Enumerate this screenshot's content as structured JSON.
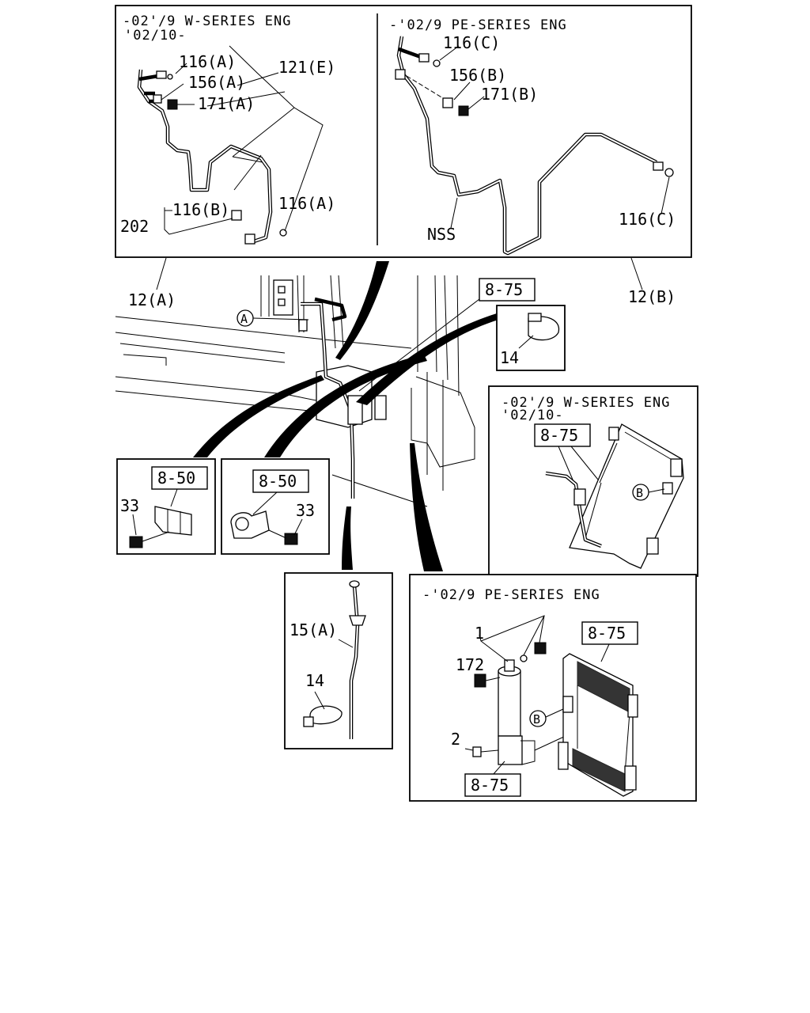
{
  "panels": {
    "top_left": {
      "header_line1": "-02'/9 W-SERIES ENG",
      "header_line2": "'02/10-",
      "labels": [
        "116(A)",
        "156(A)",
        "121(E)",
        "171(A)",
        "116(B)",
        "116(A)",
        "202"
      ]
    },
    "top_right": {
      "header": "-'02/9 PE-SERIES ENG",
      "labels": [
        "116(C)",
        "156(B)",
        "171(B)",
        "NSS",
        "116(C)"
      ]
    },
    "mid_right": {
      "header_line1": "-02'/9 W-SERIES ENG",
      "header_line2": "'02/10-",
      "ref": "8-75",
      "marker": "B"
    },
    "bottom_right": {
      "header": "-'02/9 PE-SERIES ENG",
      "ref_top": "8-75",
      "ref_bottom": "8-75",
      "marker": "B",
      "labels": [
        "1",
        "172",
        "2"
      ]
    },
    "clip_left": {
      "ref": "8-50",
      "label": "33"
    },
    "clip_mid": {
      "ref": "8-50",
      "label": "33"
    },
    "clamp_box": {
      "label": "14"
    },
    "dipstick_box": {
      "labels": [
        "15(A)",
        "14"
      ]
    }
  },
  "main": {
    "label_12a": "12(A)",
    "label_12b": "12(B)",
    "ref_875": "8-75",
    "marker_a": "A"
  }
}
